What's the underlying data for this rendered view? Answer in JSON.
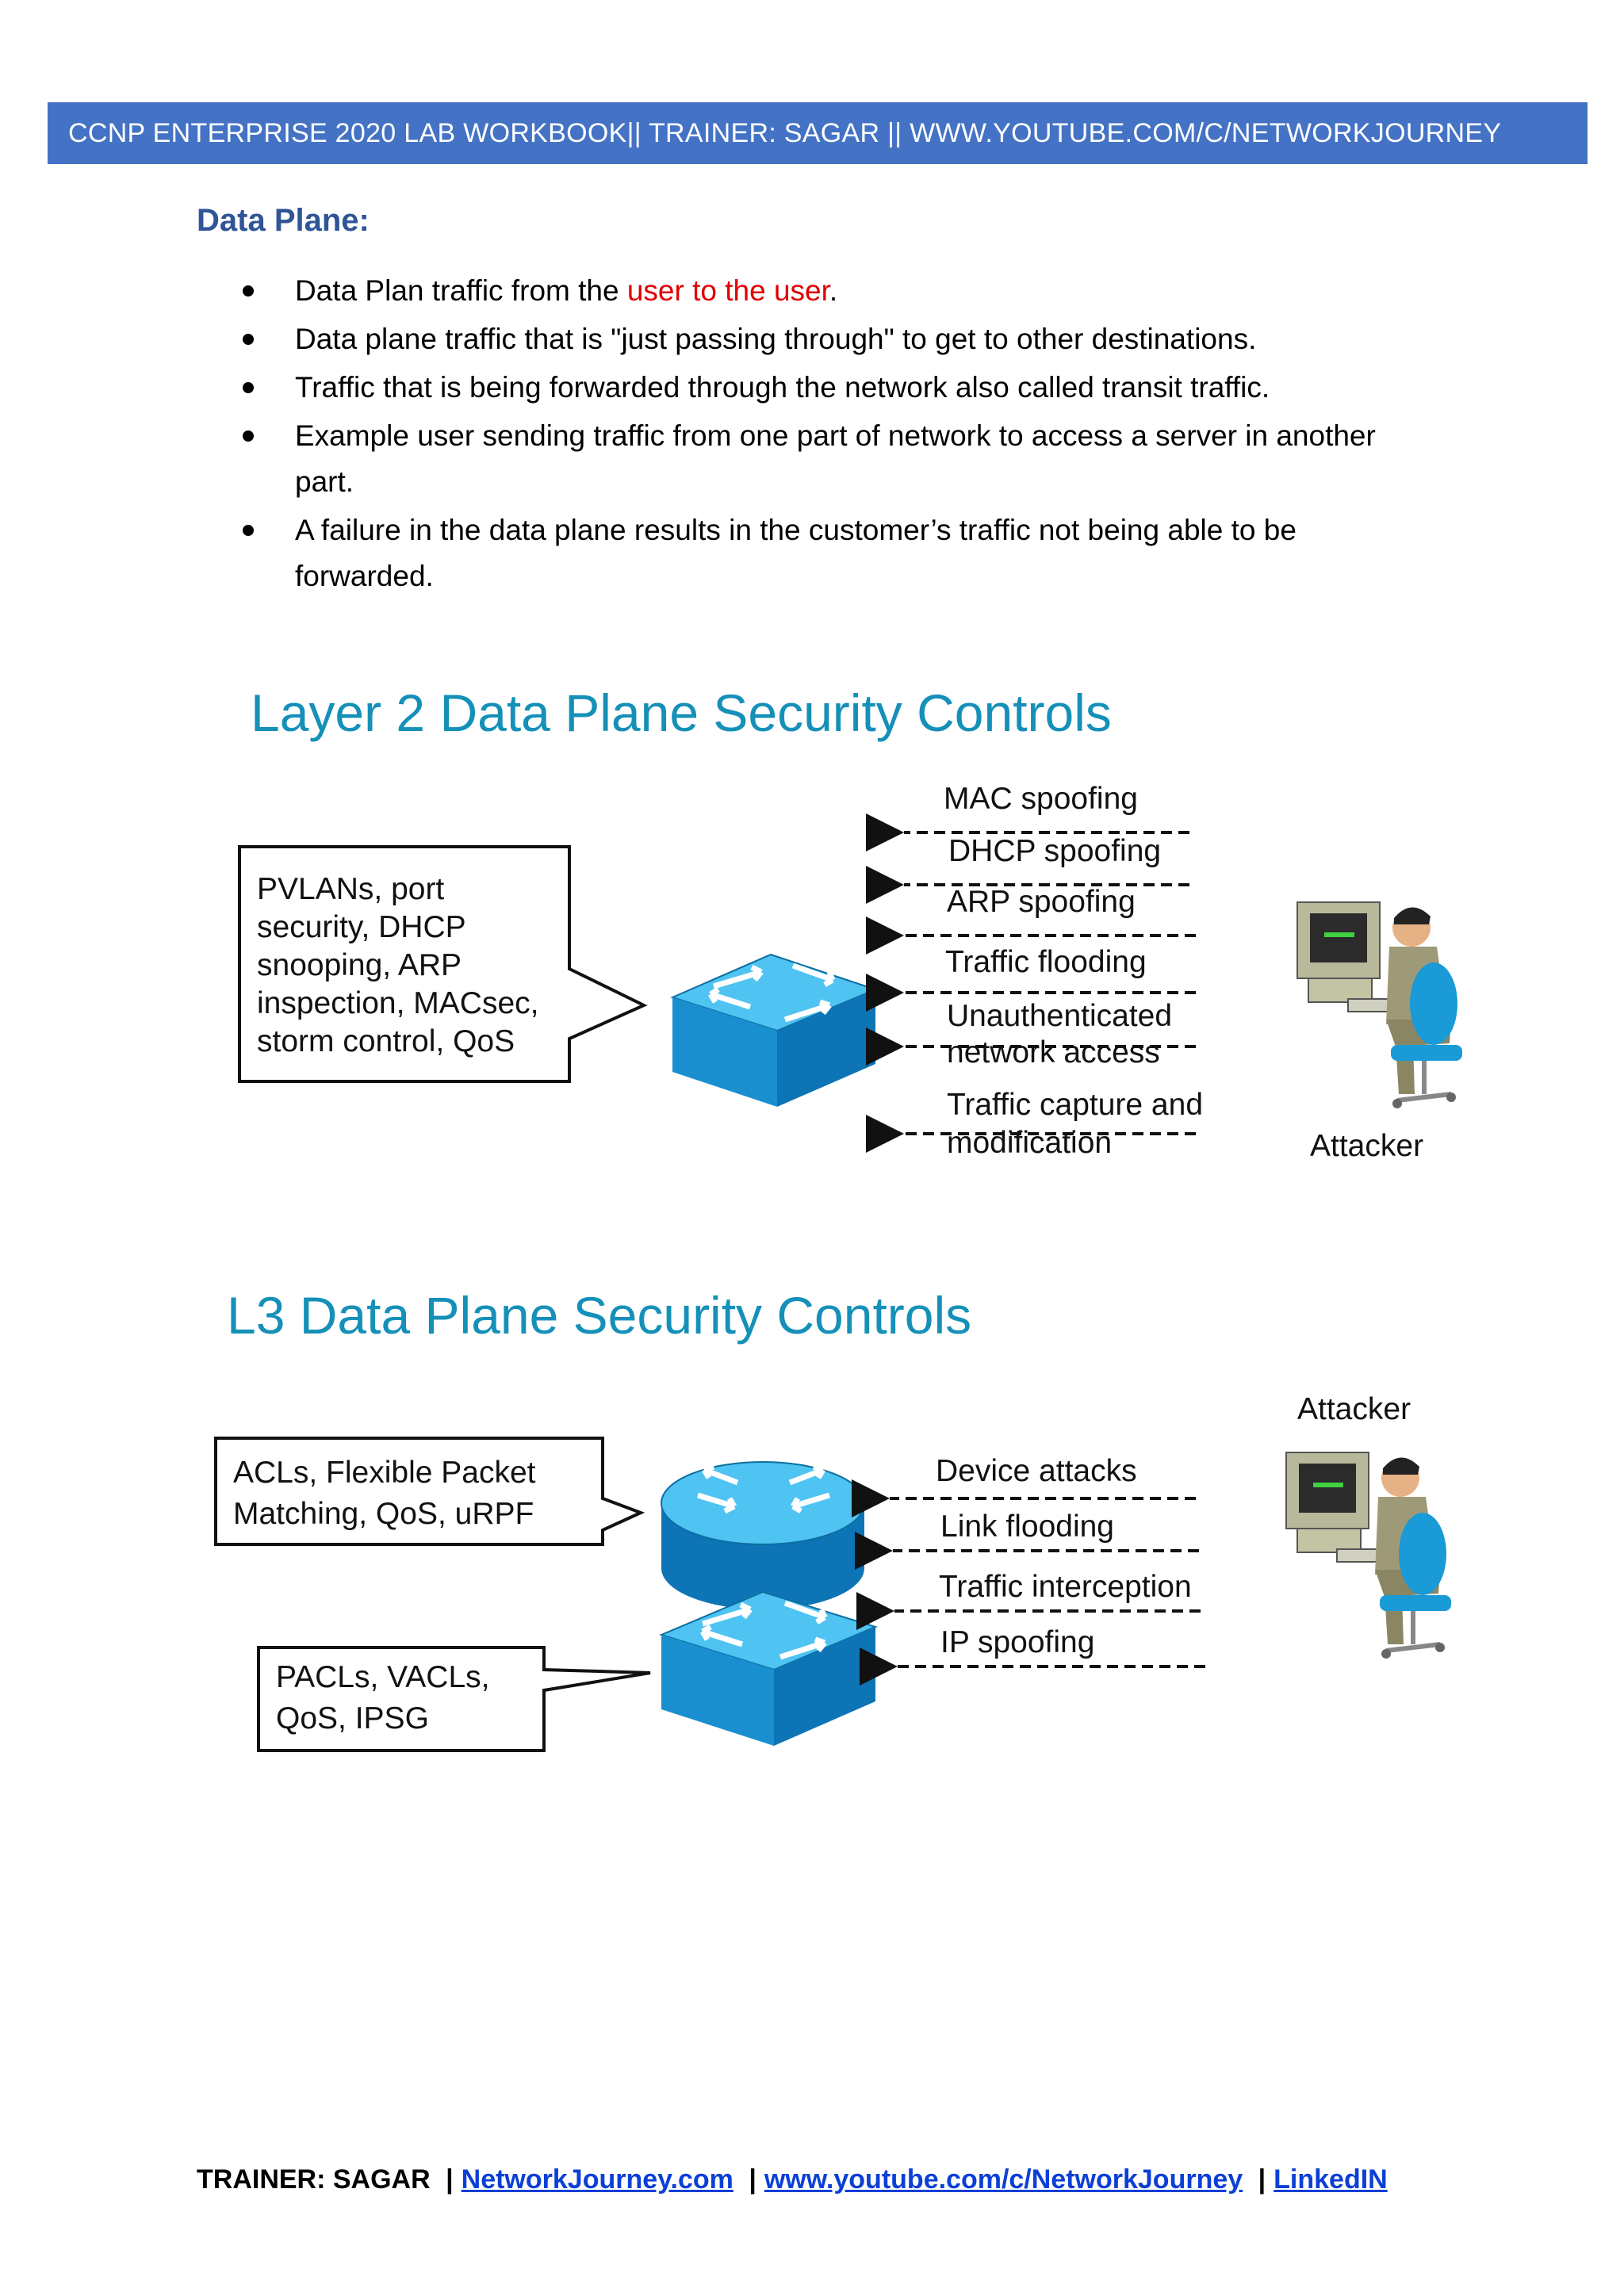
{
  "header": {
    "text": "CCNP ENTERPRISE 2020 LAB WORKBOOK|| TRAINER: SAGAR || WWW.YOUTUBE.COM/C/NETWORKJOURNEY"
  },
  "section": {
    "title": "Data Plane:"
  },
  "bullets": {
    "b1_pre": "Data Plan traffic from the ",
    "b1_highlight": "user to the user",
    "b1_post": ".",
    "b2": "Data plane traffic that is \"just passing through\" to get to other destinations.",
    "b3": "Traffic that is being forwarded through the network also called transit traffic.",
    "b4": "Example user sending traffic from one part of network to access a server in another part.",
    "b5": "A failure in the data plane results in the customer’s traffic not being able to be forwarded."
  },
  "diagram1": {
    "title": "Layer 2 Data Plane Security Controls",
    "callout": [
      "PVLANs, port",
      "security, DHCP",
      "snooping, ARP",
      "inspection, MACsec,",
      "storm control, QoS"
    ],
    "threats": [
      "MAC spoofing",
      "DHCP spoofing",
      "ARP spoofing",
      "Traffic flooding",
      "Unauthenticated",
      "network access",
      "Traffic capture and",
      "modification"
    ],
    "attacker_label": "Attacker"
  },
  "diagram2": {
    "title": "L3 Data Plane Security Controls",
    "callout_top": [
      "ACLs, Flexible Packet",
      "Matching, QoS, uRPF"
    ],
    "callout_bottom": [
      "PACLs, VACLs,",
      "QoS, IPSG"
    ],
    "threats": [
      "Device attacks",
      "Link flooding",
      "Traffic interception",
      "IP spoofing"
    ],
    "attacker_label": "Attacker"
  },
  "footer": {
    "prefix": "TRAINER: SAGAR",
    "sep": "|",
    "link1": "NetworkJourney.com",
    "link2": "www.youtube.com/c/NetworkJourney",
    "link3": "LinkedIN"
  },
  "colors": {
    "header_bg": "#4472c4",
    "title_blue": "#2f5597",
    "highlight_red": "#e00000",
    "diagram_title_teal": "#1590b8",
    "device_blue": "#1a9ad6"
  }
}
